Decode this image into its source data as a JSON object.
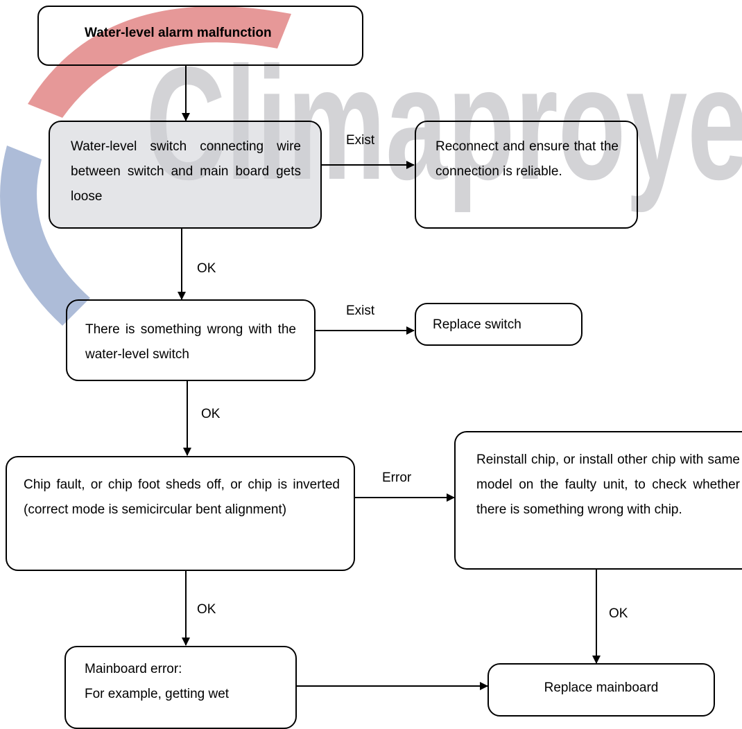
{
  "watermark": {
    "text": "Climaproye",
    "text_color": "#d3d3d6",
    "swoosh_red": "#e07e7e",
    "swoosh_blue": "#8aa0c8"
  },
  "nodes": {
    "start": {
      "label": "Water-level alarm malfunction"
    },
    "wire_check": {
      "label": "Water-level switch connecting wire between switch and main board gets loose"
    },
    "reconnect": {
      "label": "Reconnect and ensure that the connection is reliable."
    },
    "switch_check": {
      "label": "There is something wrong with the water-level switch"
    },
    "replace_switch": {
      "label": "Replace switch"
    },
    "chip_check": {
      "label": "Chip fault, or chip foot sheds off, or chip is inverted (correct mode is semicircular bent alignment)"
    },
    "reinstall_chip": {
      "label": "Reinstall chip, or install other chip with same model on the faulty unit, to check whether there is something wrong with chip."
    },
    "mainboard_error": {
      "line1": "Mainboard error:",
      "line2": "For example, getting wet"
    },
    "replace_mainboard": {
      "label": "Replace mainboard"
    }
  },
  "edges": {
    "wire_exist": "Exist",
    "wire_ok": "OK",
    "switch_exist": "Exist",
    "switch_ok": "OK",
    "chip_error": "Error",
    "chip_ok": "OK",
    "reinstall_ok": "OK"
  }
}
